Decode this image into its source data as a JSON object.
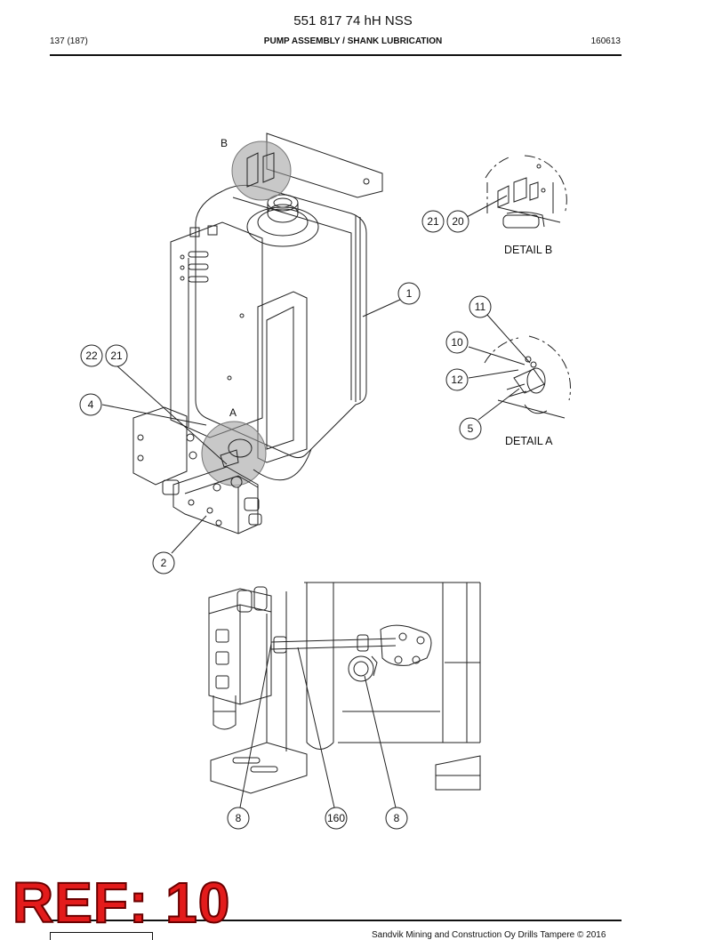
{
  "header": {
    "doc_number": "551 817 74 hH NSS",
    "page": "137 (187)",
    "title": "PUMP ASSEMBLY / SHANK LUBRICATION",
    "code": "160613"
  },
  "views": {
    "detail_b_marker": "B",
    "detail_a_marker": "A",
    "detail_b_caption": "DETAIL B",
    "detail_a_caption": "DETAIL A"
  },
  "callouts": {
    "c1": "1",
    "c2": "2",
    "c4": "4",
    "c5": "5",
    "c10": "10",
    "c11": "11",
    "c12": "12",
    "c20": "20",
    "c21_b": "21",
    "c21_a": "21",
    "c22": "22",
    "c8_left": "8",
    "c160": "160",
    "c8_right": "8"
  },
  "ref_stamp": "REF: 10",
  "footer": {
    "copyright": "Sandvik Mining and Construction Oy Drills Tampere © 2016"
  }
}
